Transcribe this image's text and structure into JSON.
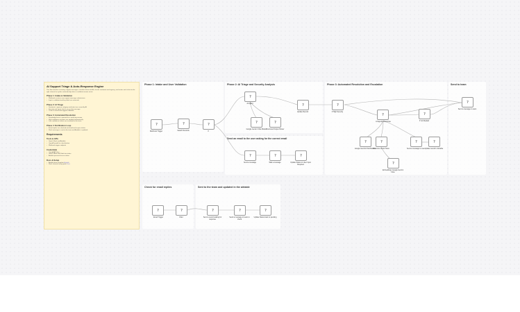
{
  "canvas": {
    "background": "#f5f5f7",
    "accent": "#fff5d4"
  },
  "sticky": {
    "title": "AI Support Triage & Auto-Response Engine",
    "intro": "This flow monitors incoming support messages, classifies them with AI, checks sentiment and urgency, and routes each ticket to the right channel or replies automatically when a confident answer exists.",
    "sections": [
      {
        "heading": "Phase 1: Intake & Validation",
        "bullets": [
          "Webhook receives new support message submissions",
          "Input is validated and key fields are extracted"
        ]
      },
      {
        "heading": "Phase 2: AI Triage",
        "bullets": [
          "Sentiment, urgency, category and intent are scored by AI",
          "Security and spam checks run on the message",
          "Ticket is stored and tagged in Airtable"
        ]
      },
      {
        "heading": "Phase 3: Automated Resolution",
        "bullets": [
          "Knowledge base is queried for a matching answer",
          "High confidence answers are emailed automatically",
          "Low confidence tickets are escalated to the team"
        ]
      },
      {
        "heading": "Phase 4: Notification Loop",
        "bullets": [
          "Email replies are checked and matched to open tickets",
          "Slack message is sent to the team and Airtable is updated"
        ]
      }
    ],
    "requirements_title": "Requirements",
    "req_sections": [
      {
        "heading": "Tools & APIs",
        "bullets": [
          "Gmail, Slack and Airtable",
          "OpenAI model for classification",
          "Webhook trigger endpoint"
        ]
      },
      {
        "heading": "Credentials",
        "bullets": [
          "OpenAI API key",
          "Gmail OAuth and Slack bot token",
          "Airtable personal access token"
        ]
      },
      {
        "heading": "Docs & Setup",
        "bullets": [
          "Airtable base template ",
          "Slack channel setup guide "
        ]
      }
    ],
    "links": [
      "Airtable",
      "Docs"
    ]
  },
  "groups": {
    "phase1": "Phase 1: Intake and User Validation",
    "phase2": "Phase 2: AI Triage and Security Analysis",
    "phase2b": "Send an email to the user asking for the correct email",
    "phase3": "Phase 3: Automated Resolution and Escalation",
    "send_team": "Send to team",
    "check_email": "Check for email replies",
    "sent_team": "Sent to the team and updated in the airtable"
  },
  "nodes": {
    "n1": {
      "glyph": "?",
      "label": "Webhook Trigger"
    },
    "n2": {
      "glyph": "?",
      "label": "Search Records"
    },
    "n3": {
      "glyph": "?",
      "label": "If"
    },
    "n4": {
      "glyph": "?",
      "label": "AI Agent"
    },
    "n5": {
      "glyph": "?",
      "label": "Google Gemini Chat Model"
    },
    "n6": {
      "glyph": "?",
      "label": "Structured Output Parser"
    },
    "n7": {
      "glyph": "?",
      "label": "Update Record"
    },
    "n8": {
      "glyph": "?",
      "label": "Send a message"
    },
    "n9": {
      "glyph": "?",
      "label": "Wait a message"
    },
    "n10": {
      "glyph": "?",
      "label": "Update Status to User Input Required"
    },
    "n11": {
      "glyph": "?",
      "label": "If High Severity"
    },
    "n12": {
      "glyph": "?",
      "label": "AI Agent1 Response"
    },
    "n13": {
      "glyph": "?",
      "label": "If not Replied"
    },
    "n14": {
      "glyph": "?",
      "label": "Google Gemini Chat Model1"
    },
    "n15": {
      "glyph": "?",
      "label": "Pinecone Vector Store"
    },
    "n16": {
      "glyph": "?",
      "label": "Embeddings Google Gemini Flow"
    },
    "n17": {
      "glyph": "?",
      "label": "Send a message to user"
    },
    "n18": {
      "glyph": "?",
      "label": "Update record in Airtable"
    },
    "n19": {
      "glyph": "?",
      "label": "Send a message to team"
    },
    "n20": {
      "glyph": "?",
      "label": "Email Trigger"
    },
    "n21": {
      "glyph": "?",
      "label": "Filter"
    },
    "n22": {
      "glyph": "?",
      "label": "Send a record waiting for response"
    },
    "n23": {
      "glyph": "?",
      "label": "Send a message to team to check"
    },
    "n24": {
      "glyph": "?",
      "label": "Update Status back to pending"
    }
  }
}
